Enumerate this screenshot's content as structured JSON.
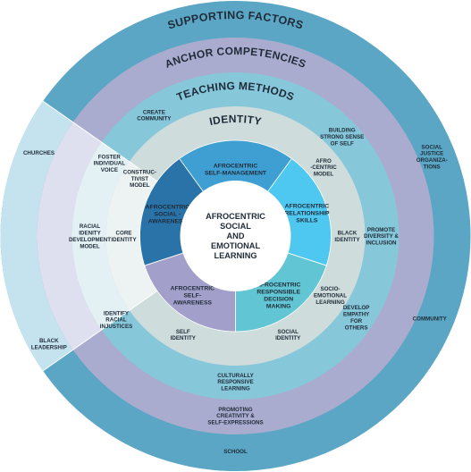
{
  "rings": [
    {
      "title": "SUPPORTING FACTORS",
      "color": "#5aa6c4"
    },
    {
      "title": "ANCHOR COMPETENCIES",
      "color": "#aaaccf"
    },
    {
      "title": "TEACHING METHODS",
      "color": "#86c7d9"
    },
    {
      "title": "IDENTITY",
      "color": "#cfdcdc"
    }
  ],
  "wedge_colors": [
    "#c5e3ee",
    "#dfe0ef",
    "#e3f1f4",
    "#edf2f2"
  ],
  "center": {
    "lines": [
      "AFROCENTRIC",
      "SOCIAL",
      "AND",
      "EMOTIONAL",
      "LEARNING"
    ]
  },
  "competencies": [
    {
      "lines": [
        "AFROCENTRIC",
        "SELF-MANAGEMENT"
      ],
      "color": "#3f9fd2"
    },
    {
      "lines": [
        "AFROCENTRIC",
        "RELATIONSHIP",
        "SKILLS"
      ],
      "color": "#4ec8f0"
    },
    {
      "lines": [
        "AFROCENTRIC",
        "RESPONSIBLE",
        "DECISION",
        "MAKING"
      ],
      "color": "#62c5d3"
    },
    {
      "lines": [
        "AFROCENTRIC",
        "SELF-",
        "AWARENESS"
      ],
      "color": "#a2a0ca"
    },
    {
      "lines": [
        "AFROCENTRIC",
        "SOCIAL -",
        "AWARENESS"
      ],
      "color": "#2a73a8"
    }
  ],
  "identity_items": [
    {
      "lines": [
        "AFRO",
        "-CENTRIC",
        "MODEL"
      ]
    },
    {
      "lines": [
        "BLACK",
        "IDENTITY"
      ]
    },
    {
      "lines": [
        "SOCIO-",
        "EMOTIONAL",
        "LEARNING"
      ]
    },
    {
      "lines": [
        "SOCIAL",
        "IDENTITY"
      ]
    },
    {
      "lines": [
        "SELF",
        "IDENTITY"
      ]
    },
    {
      "lines": [
        "CORE",
        "IDENTITY"
      ]
    },
    {
      "lines": [
        "CONSTRUC-",
        "TIVIST",
        "MODEL"
      ]
    }
  ],
  "teaching_items": [
    {
      "lines": [
        "BUILDING",
        "STRONG SENSE",
        "OF SELF"
      ]
    },
    {
      "lines": [
        "PROMOTE",
        "DIVERSITY &",
        "INCLUSION"
      ]
    },
    {
      "lines": [
        "DEVELOP",
        "EMPATHY",
        "FOR",
        "OTHERS"
      ]
    },
    {
      "lines": [
        "CULTURALLY",
        "RESPONSIVE",
        "LEARNING"
      ]
    },
    {
      "lines": [
        "IDENTIFY",
        "RACIAL",
        "INJUSTICES"
      ]
    },
    {
      "lines": [
        "RACIAL",
        "IDENITY",
        "DEVELOPMENT",
        "MODEL"
      ]
    },
    {
      "lines": [
        "FOSTER",
        "INDIVIDUAL",
        "VOICE"
      ]
    },
    {
      "lines": [
        "CREATE",
        "COMMUNITY"
      ]
    }
  ],
  "anchor_items": [
    {
      "lines": [
        "PROMOTING",
        "CREATIVITY &",
        "SELF-EXPRESSIONS"
      ]
    }
  ],
  "supporting_items": [
    {
      "lines": [
        "SOCIAL",
        "JUSTICE",
        "ORGANIZA-",
        "TIONS"
      ]
    },
    {
      "lines": [
        "COMMUNITY"
      ]
    },
    {
      "lines": [
        "SCHOOL"
      ]
    },
    {
      "lines": [
        "BLACK",
        "LEADERSHIP"
      ]
    },
    {
      "lines": [
        "CHURCHES"
      ]
    }
  ]
}
